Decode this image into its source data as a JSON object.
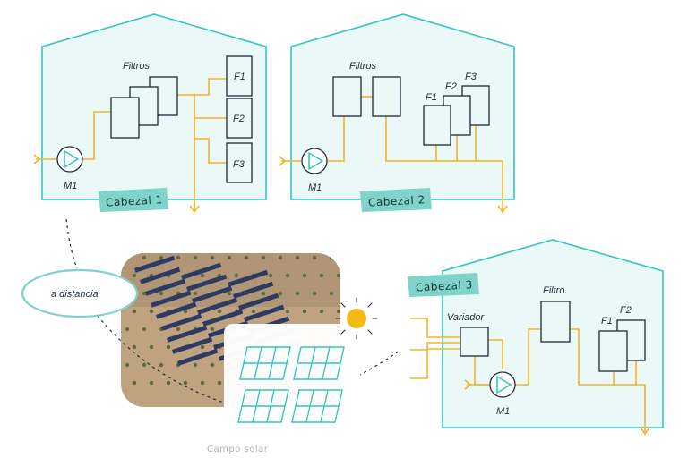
{
  "colors": {
    "house_fill": "#eaf8f7",
    "house_stroke": "#35c6be",
    "pipe": "#f3b525",
    "ink": "#1d2b3a",
    "tag_fill": "#7fd3c9",
    "sun": "#f5b914"
  },
  "cabezal1": {
    "tag": "Cabezal 1",
    "filters_label": "Filtros",
    "pump_label": "M1",
    "f1": "F1",
    "f2": "F2",
    "f3": "F3"
  },
  "cabezal2": {
    "tag": "Cabezal 2",
    "filters_label": "Filtros",
    "pump_label": "M1",
    "f1": "F1",
    "f2": "F2",
    "f3": "F3"
  },
  "cabezal3": {
    "tag": "Cabezal 3",
    "variador_label": "Variador",
    "filtro_label": "Filtro",
    "pump_label": "M1",
    "f1": "F1",
    "f2": "F2"
  },
  "remote": {
    "label": "a distancia"
  },
  "solar": {
    "caption": "Campo solar"
  }
}
